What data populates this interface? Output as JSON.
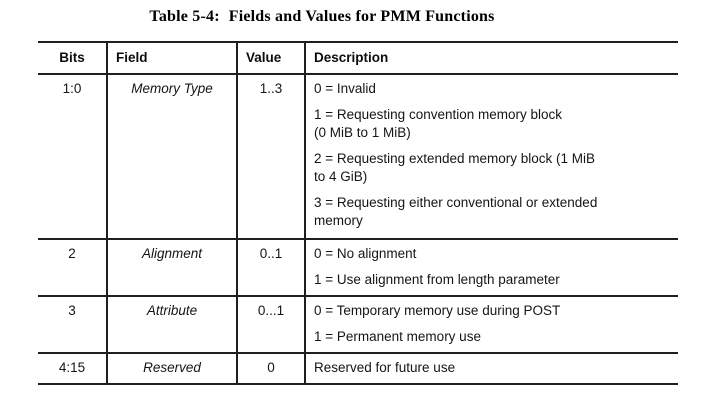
{
  "caption": {
    "label": "Table 5-4:",
    "text": "Fields and Values for PMM Functions"
  },
  "table": {
    "columns": [
      "Bits",
      "Field",
      "Value",
      "Description"
    ],
    "rows": [
      {
        "bits": "1:0",
        "field": "Memory Type",
        "value": "1..3",
        "description": [
          "0 = Invalid",
          "1 = Requesting convention memory block\n(0 MiB to 1 MiB)",
          "2 = Requesting extended memory block (1 MiB\nto 4 GiB)",
          "3 = Requesting either conventional or extended\nmemory"
        ]
      },
      {
        "bits": "2",
        "field": "Alignment",
        "value": "0..1",
        "description": [
          "0 = No alignment",
          "1 = Use alignment from length parameter"
        ]
      },
      {
        "bits": "3",
        "field": "Attribute",
        "value": "0...1",
        "description": [
          "0 = Temporary memory use during POST",
          "1 = Permanent memory use"
        ]
      },
      {
        "bits": "4:15",
        "field": "Reserved",
        "value": "0",
        "description": [
          "Reserved for future use"
        ]
      }
    ]
  }
}
